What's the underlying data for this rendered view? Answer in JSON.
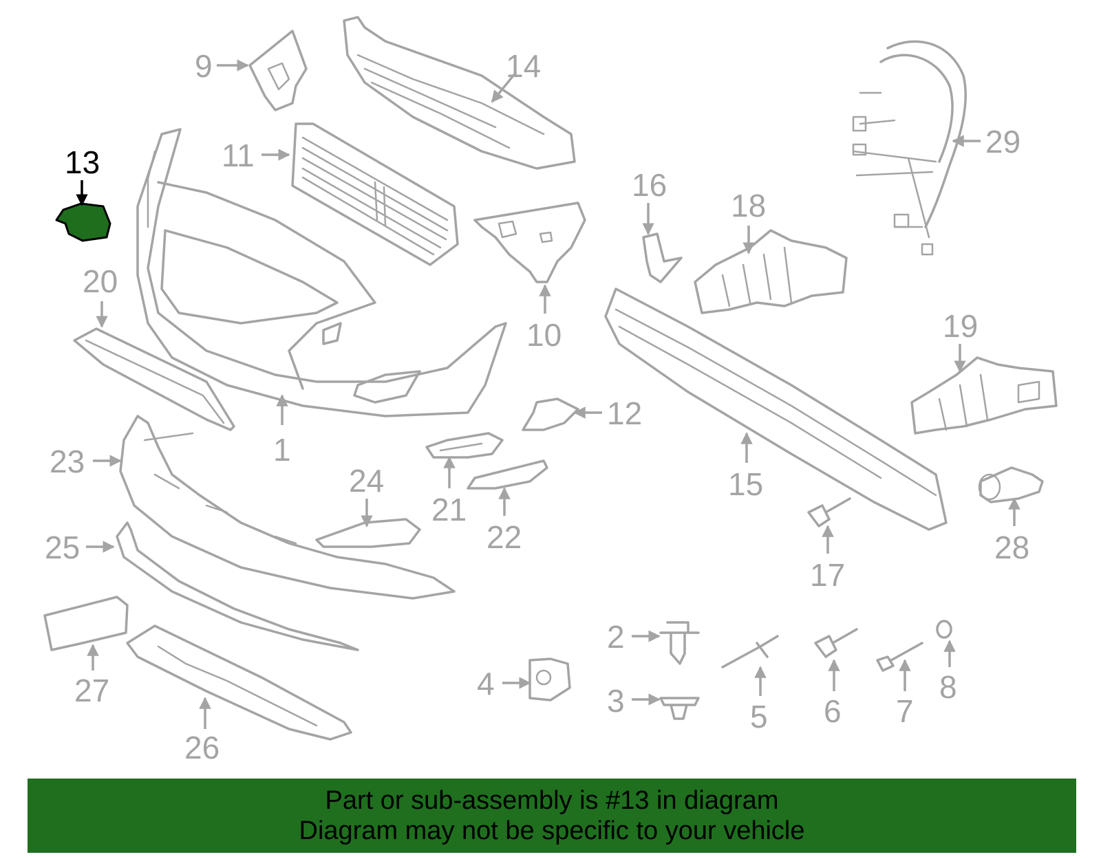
{
  "colors": {
    "line": "#a4a4a4",
    "highlight_fill": "#1e6e1e",
    "highlight_stroke": "#000000",
    "banner_bg": "#1f6f1f"
  },
  "callouts": {
    "c1": "1",
    "c2": "2",
    "c3": "3",
    "c4": "4",
    "c5": "5",
    "c6": "6",
    "c7": "7",
    "c8": "8",
    "c9": "9",
    "c10": "10",
    "c11": "11",
    "c12": "12",
    "c13": "13",
    "c14": "14",
    "c15": "15",
    "c16": "16",
    "c17": "17",
    "c18": "18",
    "c19": "19",
    "c20": "20",
    "c21": "21",
    "c22": "22",
    "c23": "23",
    "c24": "24",
    "c25": "25",
    "c26": "26",
    "c27": "27",
    "c28": "28",
    "c29": "29"
  },
  "highlighted_part": "13",
  "banner": {
    "line1": "Part or sub-assembly is #13 in diagram",
    "line2": "Diagram may not be specific to your vehicle"
  }
}
